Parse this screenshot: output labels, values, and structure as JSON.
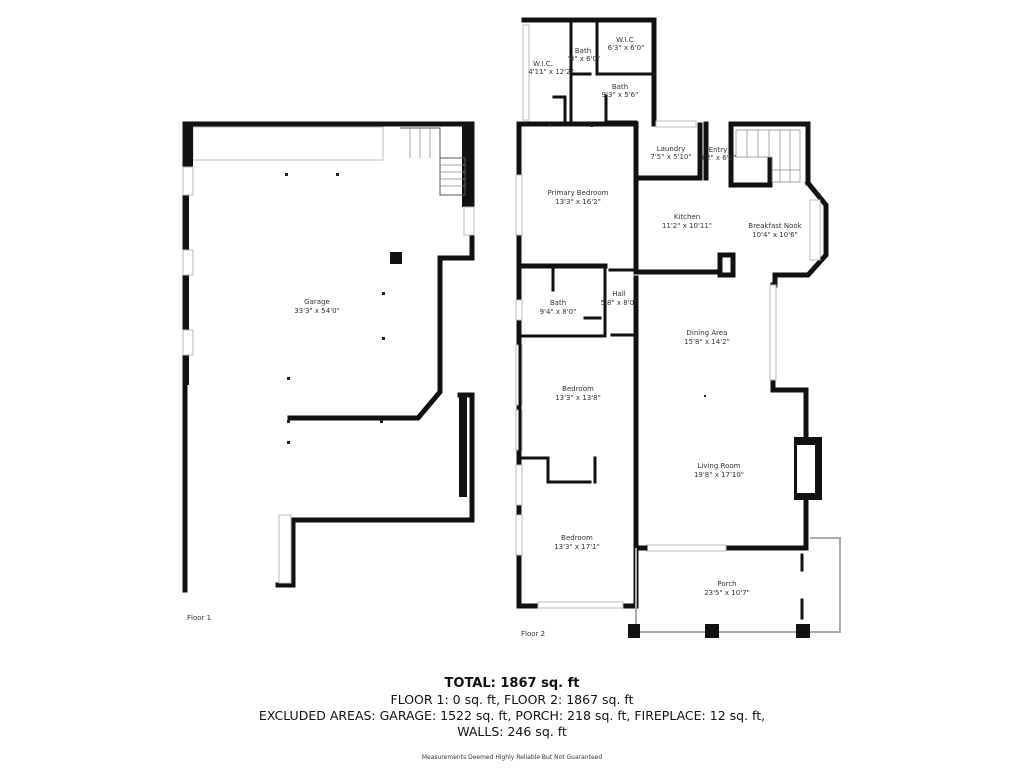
{
  "floor1": {
    "label": "Floor 1",
    "rooms": [
      {
        "name": "Garage",
        "dims": "33'3\" x 54'0\""
      }
    ]
  },
  "floor2": {
    "label": "Floor 2",
    "rooms": [
      {
        "name": "W.I.C.",
        "dims": "4'11\" x 12'2\""
      },
      {
        "name": "Bath",
        "dims": "'8\" x 6'0\""
      },
      {
        "name": "W.I.C.",
        "dims": "6'3\" x 6'0\""
      },
      {
        "name": "Bath",
        "dims": "9'3\" x 5'6\""
      },
      {
        "name": "Laundry",
        "dims": "7'5\" x 5'10\""
      },
      {
        "name": "Entry",
        "dims": "3'2\" x 6'2\""
      },
      {
        "name": "Primary Bedroom",
        "dims": "13'3\" x 16'2\""
      },
      {
        "name": "Kitchen",
        "dims": "11'2\" x 10'11\""
      },
      {
        "name": "Breakfast Nook",
        "dims": "10'4\" x 10'6\""
      },
      {
        "name": "Bath",
        "dims": "9'4\" x 8'0\""
      },
      {
        "name": "Hall",
        "dims": "5'8\" x 8'0\""
      },
      {
        "name": "Dining Area",
        "dims": "15'8\" x 14'2\""
      },
      {
        "name": "Bedroom",
        "dims": "13'3\" x 13'8\""
      },
      {
        "name": "Living Room",
        "dims": "19'8\" x 17'10\""
      },
      {
        "name": "Bedroom",
        "dims": "13'3\" x 17'1\""
      },
      {
        "name": "Porch",
        "dims": "23'5\" x 10'7\""
      }
    ]
  },
  "summary": {
    "total": "TOTAL: 1867 sq. ft",
    "floors": "FLOOR 1: 0 sq. ft, FLOOR 2: 1867 sq. ft",
    "excluded": "EXCLUDED AREAS: GARAGE: 1522 sq. ft, PORCH: 218 sq. ft, FIREPLACE: 12 sq. ft,",
    "walls": "WALLS: 246 sq. ft",
    "disclaimer": "Measurements Deemed Highly Reliable But Not Guaranteed"
  }
}
